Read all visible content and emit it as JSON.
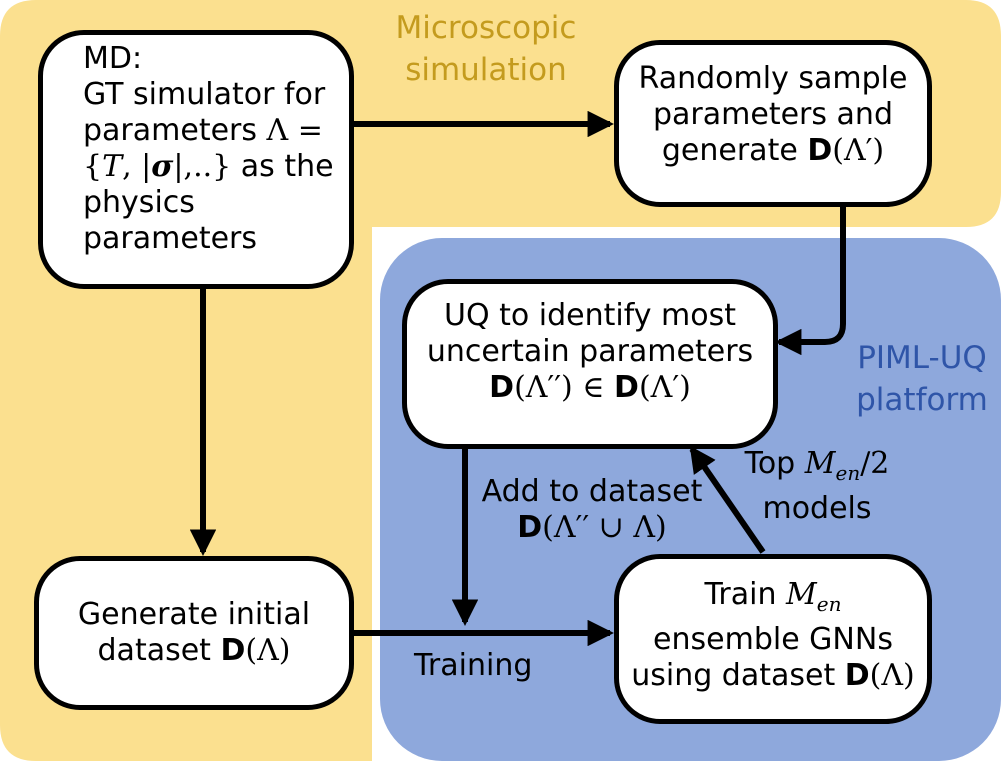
{
  "regions": {
    "microscopic": {
      "label_line1": "Microscopic",
      "label_line2": "simulation",
      "color": "#FBE08F",
      "label_color": "#C49B1E"
    },
    "piml": {
      "label_line1": "PIML-UQ",
      "label_line2": "platform",
      "color": "#8EA8DC",
      "label_color": "#2F55A8"
    }
  },
  "boxes": {
    "md": {
      "l1": "MD:",
      "l2": "GT simulator for",
      "l3a": "parameters ",
      "l3b": "Λ =",
      "l4a": "{",
      "l4b": "T",
      "l4c": ", |",
      "l4d": "σ",
      "l4e": "|,..}",
      "l4f": " as the",
      "l5": "physics",
      "l6": "parameters"
    },
    "sample": {
      "l1": "Randomly sample",
      "l2": "parameters and",
      "l3a": "generate ",
      "l3b": "D",
      "l3c": "(Λ′)"
    },
    "uq": {
      "l1": "UQ to identify most",
      "l2": "uncertain parameters",
      "l3a": "D",
      "l3b": "(Λ′′) ∈ ",
      "l3c": "D",
      "l3d": "(Λ′)"
    },
    "initial": {
      "l1": "Generate initial",
      "l2a": "dataset ",
      "l2b": "D",
      "l2c": "(Λ)"
    },
    "train": {
      "l1a": "Train ",
      "l1b": "M",
      "l1c": "en",
      "l2": "ensemble GNNs",
      "l3a": "using dataset ",
      "l3b": "D",
      "l3c": "(Λ)"
    }
  },
  "edge_labels": {
    "add_l1": "Add to dataset",
    "add_l2a": "D",
    "add_l2b": "(Λ′′ ∪ Λ)",
    "top_l1a": "Top ",
    "top_l1b": "M",
    "top_l1c": "en",
    "top_l1d": "/2",
    "top_l2": "models",
    "training": "Training"
  }
}
